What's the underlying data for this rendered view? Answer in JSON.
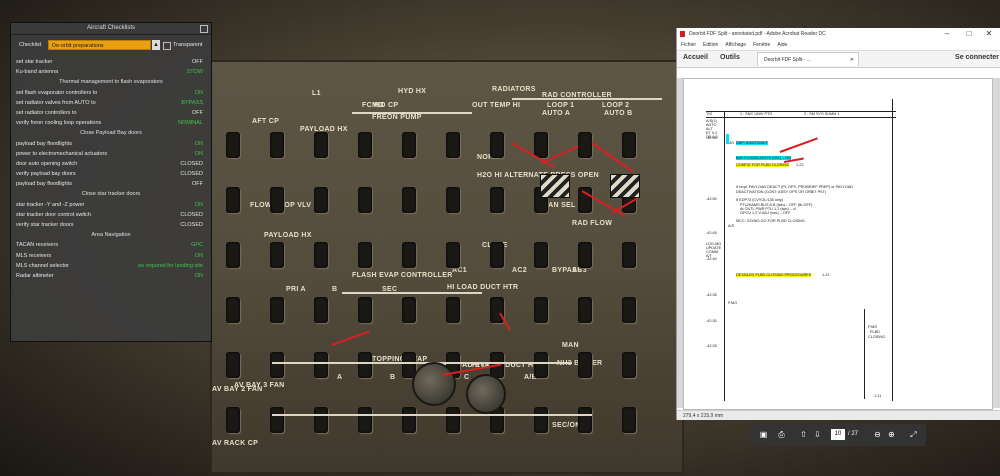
{
  "cockpit": {
    "labels": [
      "L1",
      "HYD HX",
      "MID CP",
      "RADIATORS",
      "RAD CONTROLLER",
      "LOOP 1",
      "LOOP 2",
      "AUTO A",
      "AUTO B",
      "FC HX",
      "FREON PUMP",
      "OUT TEMP HI",
      "AFT CP",
      "PAYLOAD HX",
      "NORM",
      "AC1",
      "AC2",
      "AC3",
      "H2O HI ALTERNATE PRESS OPEN",
      "MAN SEL",
      "RAD FLOW",
      "FLOW PROP VLV",
      "PAYLOAD HX",
      "FLASH EVAP CONTROLLER",
      "PRI A",
      "B",
      "SEC",
      "HI LOAD DUCT HTR",
      "TOPPING EVAP",
      "HI LOAD EVAP",
      "BYPASS",
      "MAN",
      "NH3 BOILER",
      "DUCT",
      "A",
      "B",
      "A/B",
      "C",
      "SEC/ON",
      "AV BAY 3 FAN",
      "AV BAY 2 FAN",
      "AV RACK CP",
      "CLOSE",
      "HI LOAD DUCT HTR"
    ]
  },
  "checklist": {
    "window_title": "Aircraft Checklists",
    "checklist_label": "Checklist",
    "selected": "De-orbit preparations",
    "transparent_label": "Transparent",
    "rows": [
      {
        "type": "item",
        "label": "set star tracker",
        "value": "OFF"
      },
      {
        "type": "item",
        "label": "Ku-band antenna",
        "value": "STOW"
      },
      {
        "type": "header",
        "label": "Thermal management to flash evaporators"
      },
      {
        "type": "item",
        "label": "set flash evaporator controllers to",
        "value": "ON"
      },
      {
        "type": "item",
        "label": "set radiator valves from AUTO to",
        "value": "BYPASS"
      },
      {
        "type": "item",
        "label": "set radiator controllers to",
        "value": "OFF"
      },
      {
        "type": "item",
        "label": "verify freon cooling loop operations",
        "value": "NOMINAL"
      },
      {
        "type": "header",
        "label": "Close Payload Bay doors"
      },
      {
        "type": "item",
        "label": "payload bay floodlights",
        "value": "ON"
      },
      {
        "type": "item",
        "label": "power to electromechanical actuators",
        "value": "ON"
      },
      {
        "type": "item",
        "label": "door auto opening switch",
        "value": "CLOSED"
      },
      {
        "type": "item",
        "label": "verify payload bay doors",
        "value": "CLOSED"
      },
      {
        "type": "item",
        "label": "payload bay floodlights",
        "value": "OFF"
      },
      {
        "type": "header",
        "label": "Close star tracker doors"
      },
      {
        "type": "item",
        "label": "star tracker -Y and -Z power",
        "value": "ON"
      },
      {
        "type": "item",
        "label": "star tracker door control switch",
        "value": "CLOSED"
      },
      {
        "type": "item",
        "label": "verify star tracker doors",
        "value": "CLOSED"
      },
      {
        "type": "header",
        "label": "Area Navigation"
      },
      {
        "type": "item",
        "label": "TACAN receivers",
        "value": "GPC"
      },
      {
        "type": "item",
        "label": "MLS receivers",
        "value": "ON"
      },
      {
        "type": "item",
        "label": "MLS channel selector",
        "value": "as required for landing site"
      },
      {
        "type": "item",
        "label": "Radar altimeter",
        "value": "ON"
      }
    ]
  },
  "acrobat": {
    "window_title": "Deorbit FDF Split - annotated.pdf - Adobe Acrobat Reader DC",
    "menu": [
      "Fichier",
      "Edition",
      "Affichage",
      "Fenêtre",
      "Aide"
    ],
    "tab_home": "Accueil",
    "tab_tools": "Outils",
    "doc_tab": "Deorbit FDF Split - ...",
    "connect": "Se connecter",
    "page_current": "10",
    "page_total": "/ 27",
    "status_size": "279,4 x 215,9 mm",
    "page": {
      "header_a": "TIG",
      "header_b": "1 : SNC UNIV PTG",
      "header_c": "2 : SM SYS SUMM 1",
      "time_labels": [
        "-42:55",
        "-42:50",
        "-42:45",
        "-42:40",
        "-42:35",
        "-42:30",
        "-42:25"
      ],
      "side_codes": [
        "A/S(1)",
        "AUTO",
        "ALT",
        "ET  0.2",
        "DS  0.3"
      ],
      "mg": "MG",
      "ais": "A/S",
      "pmg": "P,MG",
      "prelim": [
        "LDG-MG",
        "UPDATE",
        "COMM",
        "A/T"
      ],
      "lines": [
        {
          "text": "DAP: A/AUTO/ALT",
          "hl": "c"
        },
        {
          "text": "BAY FLOODLIGHTS (SIX) – ON",
          "hl": "c"
        },
        {
          "text": "CONFIG FOR PLBD CLOSING",
          "hl": "y"
        },
        {
          "text": "1-22",
          "hl": ""
        },
        {
          "text": "If reqd, PAYLOAD DEACT (PL OPS, PROBRIEF PREP) or PAYLOAD",
          "hl": ""
        },
        {
          "text": "DEACTIVATION (CONT: ASSY OPS OR ORBIT PKT)",
          "hl": ""
        },
        {
          "text": "If EDP73 (CVYOL/135 only)",
          "hl": ""
        },
        {
          "text": "PTU/HAMS BUS A,B (two) – OFF (tb-OFF)",
          "hl": ""
        },
        {
          "text": "At CNTL PWR PTU 1,2 (two) – cl",
          "hl": ""
        },
        {
          "text": "OPCU 1,2 V-ADJ (two) – OFF",
          "hl": ""
        },
        {
          "text": "MCC: GO/NO-GO FOR PLBD CLOSING",
          "hl": ""
        },
        {
          "text": "DETAILED PLBD CLOSING PROCEDURES",
          "hl": "y"
        },
        {
          "text": "1-21",
          "hl": ""
        },
        {
          "text": "P,MG",
          "hl": ""
        },
        {
          "text": "PLBD",
          "hl": ""
        },
        {
          "text": "CLOSING",
          "hl": ""
        },
        {
          "text": "1-11",
          "hl": ""
        }
      ]
    }
  },
  "colors": {
    "accent_orange": "#e8a010",
    "value_green": "#3ec83e",
    "highlight_cyan": "#00e0f0",
    "highlight_yellow": "#f5f020",
    "arrow_red": "#d82020"
  },
  "icons": [
    "close-icon",
    "dropdown-arrow-icon",
    "checkbox-icon",
    "pdf-icon",
    "minimize-icon",
    "maximize-icon",
    "close-window-icon",
    "save-icon",
    "print-icon",
    "page-up-icon",
    "page-down-icon",
    "zoom-out-icon",
    "zoom-in-icon",
    "fit-page-icon"
  ]
}
